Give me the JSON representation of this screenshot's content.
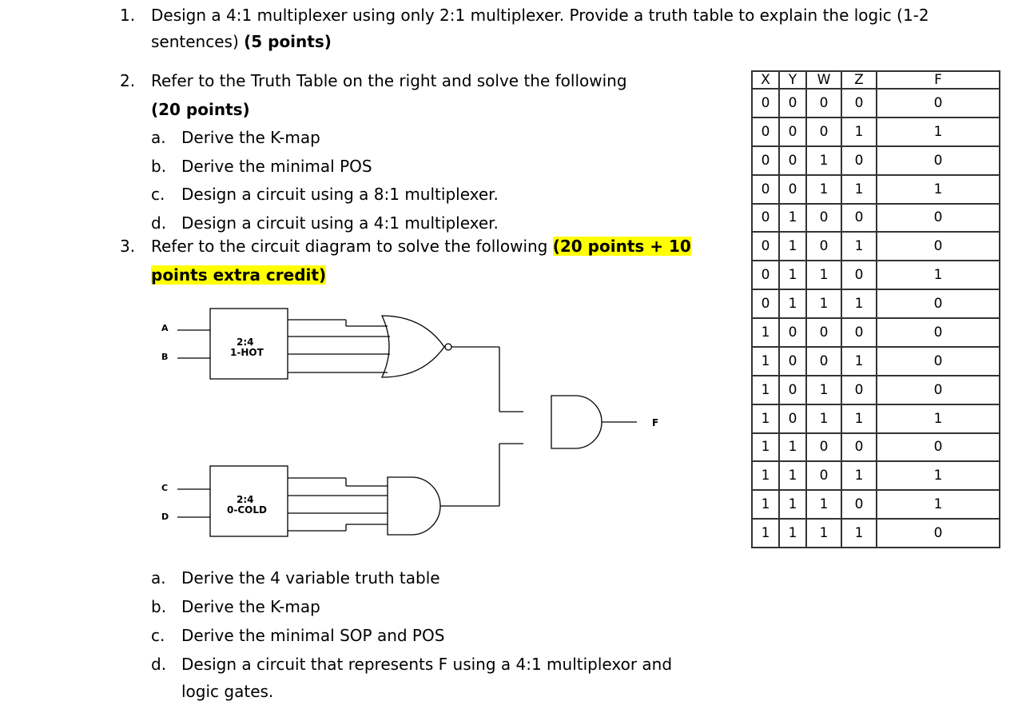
{
  "q1": {
    "num": "1.",
    "line1": "Design a 4:1 multiplexer using only 2:1 multiplexer. Provide a truth table to explain the logic (1-2",
    "line2": "sentences)",
    "points": "(5 points)"
  },
  "q2": {
    "num": "2.",
    "line1": "Refer to the Truth Table on the right and solve the following",
    "points": "(20 points)",
    "items": [
      {
        "label": "a.",
        "text": "Derive the K-map"
      },
      {
        "label": "b.",
        "text": "Derive the minimal POS"
      },
      {
        "label": "c.",
        "text": "Design a circuit using a 8:1 multiplexer."
      },
      {
        "label": "d.",
        "text": "Design a circuit using a 4:1 multiplexer."
      }
    ]
  },
  "q3": {
    "num": "3.",
    "line1": "Refer to the circuit diagram to solve the following",
    "points1": "(20 points + 10",
    "points2": "points extra credit)",
    "items": [
      {
        "label": "a.",
        "text": "Derive the 4 variable truth table"
      },
      {
        "label": "b.",
        "text": "Derive the K-map"
      },
      {
        "label": "c.",
        "text": "Derive the minimal SOP and POS"
      },
      {
        "label": "d.",
        "text": "Design a circuit that represents F using a 4:1 multiplexor and"
      }
    ],
    "item_d_cont": "logic gates."
  },
  "circuit": {
    "in_a": "A",
    "in_b": "B",
    "in_c": "C",
    "in_d": "D",
    "dec1_l1": "2:4",
    "dec1_l2": "1-HOT",
    "dec2_l1": "2:4",
    "dec2_l2": "0-COLD",
    "out": "F"
  },
  "truth_table": {
    "headers": [
      "X",
      "Y",
      "W",
      "Z",
      "F"
    ],
    "rows": [
      [
        "0",
        "0",
        "0",
        "0",
        "0"
      ],
      [
        "0",
        "0",
        "0",
        "1",
        "1"
      ],
      [
        "0",
        "0",
        "1",
        "0",
        "0"
      ],
      [
        "0",
        "0",
        "1",
        "1",
        "1"
      ],
      [
        "0",
        "1",
        "0",
        "0",
        "0"
      ],
      [
        "0",
        "1",
        "0",
        "1",
        "0"
      ],
      [
        "0",
        "1",
        "1",
        "0",
        "1"
      ],
      [
        "0",
        "1",
        "1",
        "1",
        "0"
      ],
      [
        "1",
        "0",
        "0",
        "0",
        "0"
      ],
      [
        "1",
        "0",
        "0",
        "1",
        "0"
      ],
      [
        "1",
        "0",
        "1",
        "0",
        "0"
      ],
      [
        "1",
        "0",
        "1",
        "1",
        "1"
      ],
      [
        "1",
        "1",
        "0",
        "0",
        "0"
      ],
      [
        "1",
        "1",
        "0",
        "1",
        "1"
      ],
      [
        "1",
        "1",
        "1",
        "0",
        "1"
      ],
      [
        "1",
        "1",
        "1",
        "1",
        "0"
      ]
    ]
  }
}
